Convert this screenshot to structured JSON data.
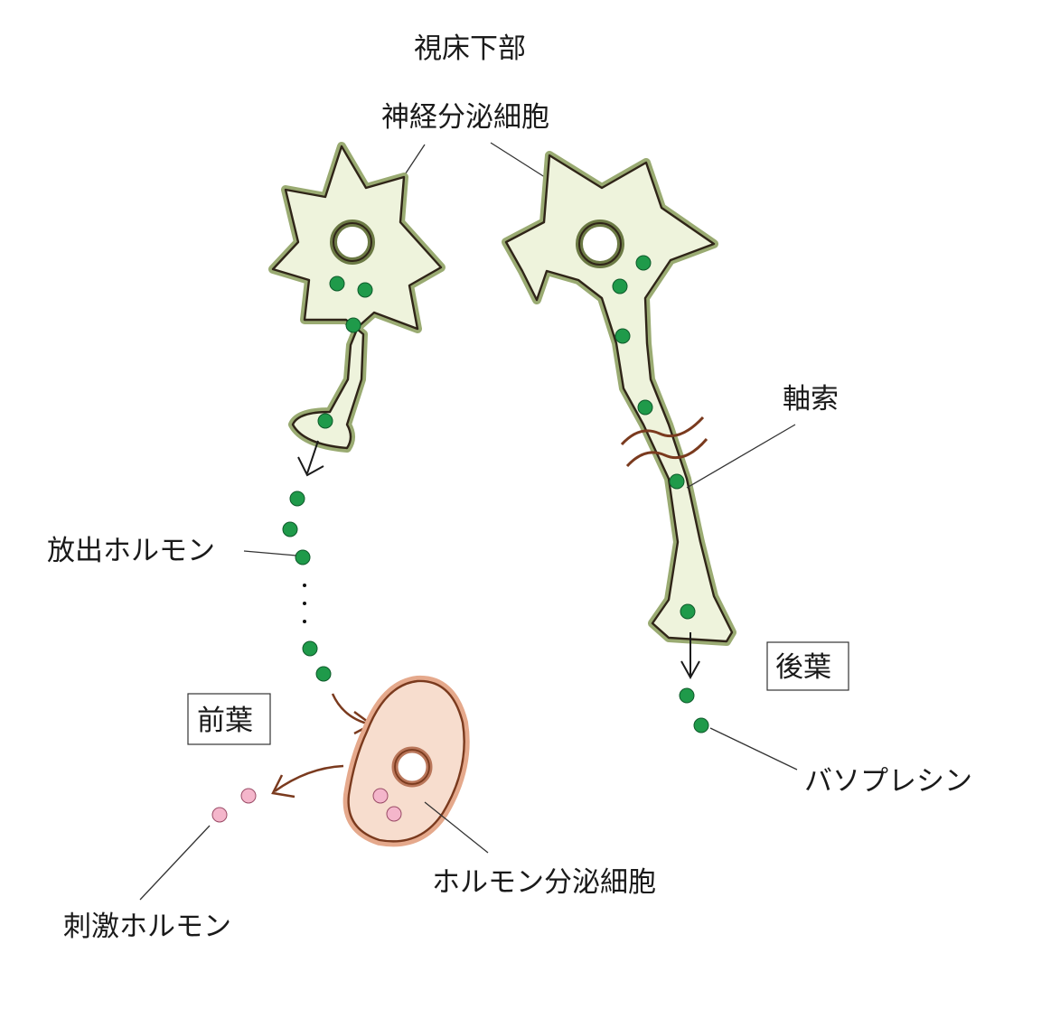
{
  "labels": {
    "hypothalamus": "視床下部",
    "neurosecretory_cell": "神経分泌細胞",
    "axon": "軸索",
    "releasing_hormone": "放出ホルモン",
    "posterior_lobe": "後葉",
    "anterior_lobe": "前葉",
    "vasopressin": "バソプレシン",
    "hormone_secreting_cell": "ホルモン分泌細胞",
    "stimulating_hormone": "刺激ホルモン"
  },
  "colors": {
    "neuron_fill": "#eef3dc",
    "neuron_halo": "#9aab72",
    "neuron_outline": "#2f2418",
    "green_dot": "#1f9a4a",
    "cell_fill": "#f7ddce",
    "cell_halo": "#e5a98c",
    "cell_outline": "#7a3a1e",
    "pink_dot": "#f4b6cb",
    "arrow_brown": "#7a3a1e",
    "leader": "#333333"
  }
}
